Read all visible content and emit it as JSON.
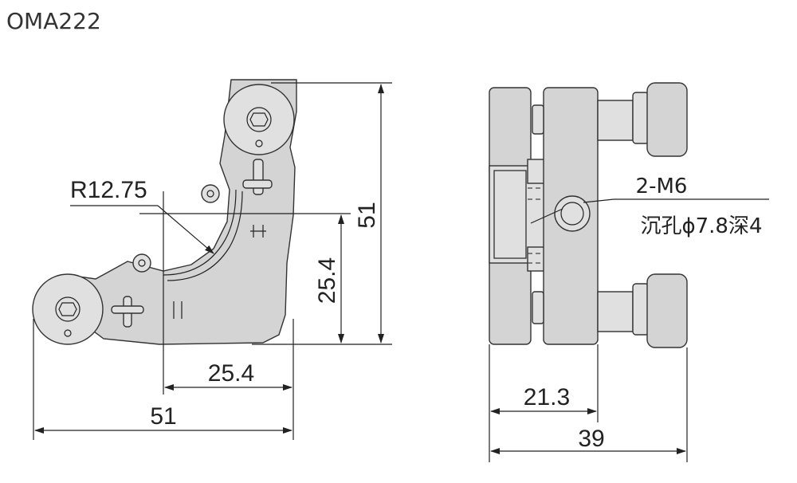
{
  "title": "OMA222",
  "front_view": {
    "radius_label": "R12.75",
    "dim_height": "51",
    "dim_offset_v": "25.4",
    "dim_offset_h": "25.4",
    "dim_width": "51"
  },
  "side_view": {
    "hole_label": "2-M6",
    "hole_note": "沉孔ϕ7.8深4",
    "dim_21": "21.3",
    "dim_39": "39"
  }
}
